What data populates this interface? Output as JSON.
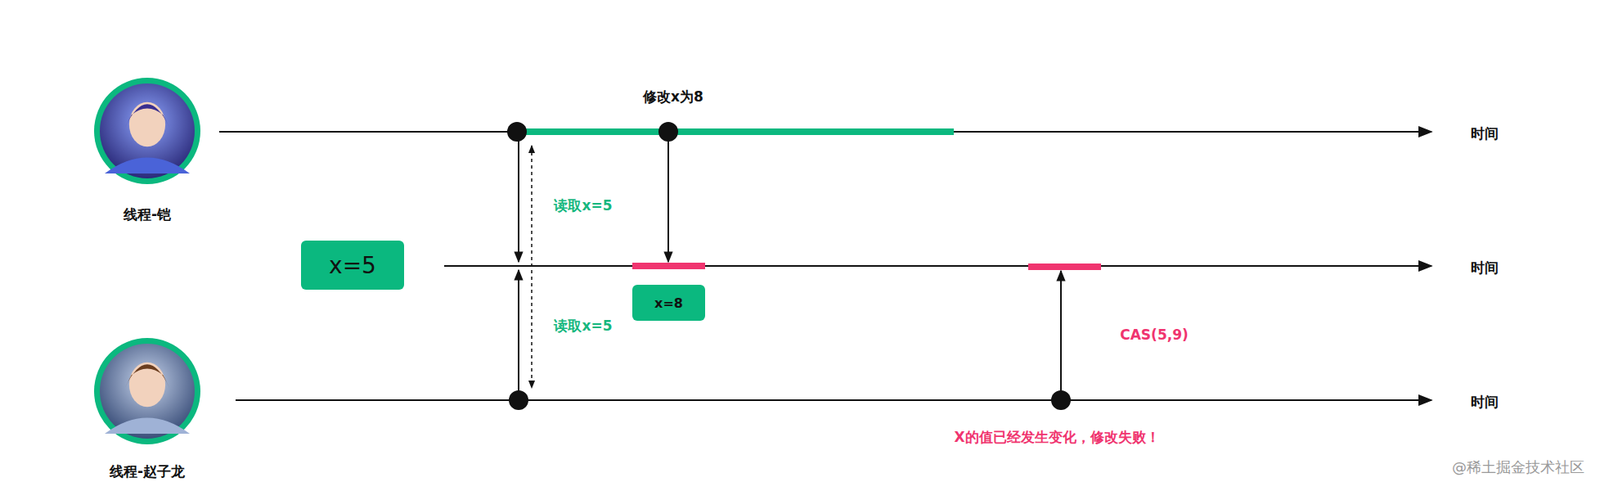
{
  "diagram": {
    "nodes": [
      {
        "text": [
          "线程-铠"
        ]
      },
      {
        "text": [
          "x=5"
        ]
      },
      {
        "text": [
          "x=8"
        ]
      },
      {
        "text": [
          "线程-赵子龙"
        ]
      }
    ],
    "labels": [
      "修改x为8",
      "读取x=5",
      "读取x=5",
      "时间",
      "时间",
      "时间",
      "CAS(5,9)",
      "X的值已经发生变化，修改失败！",
      "@稀土掘金技术社区"
    ]
  }
}
